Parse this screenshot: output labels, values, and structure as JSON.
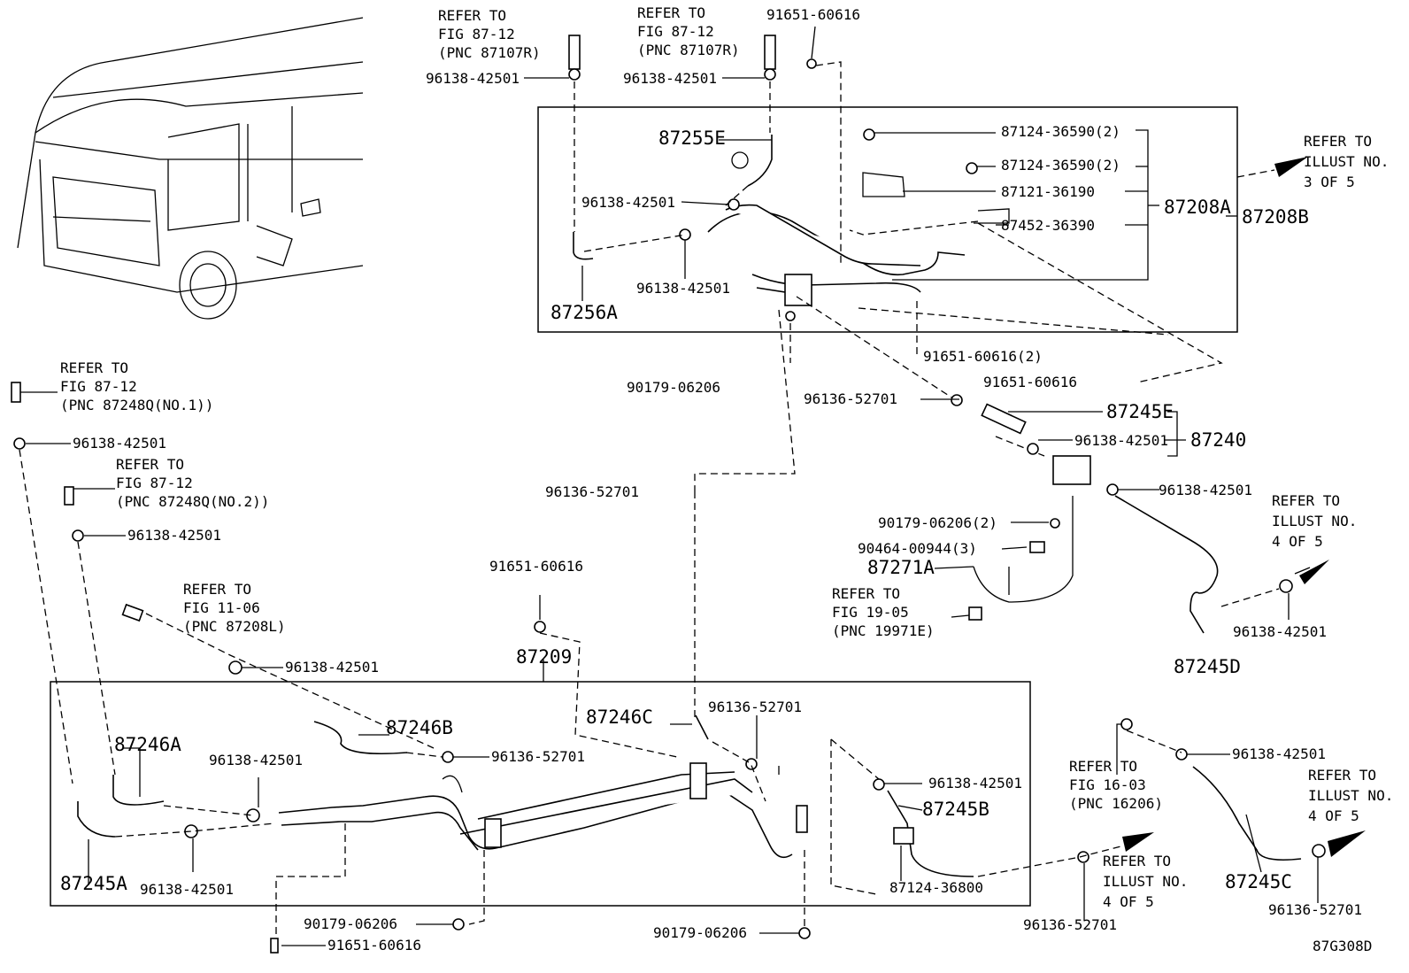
{
  "diagram_id": "87G308D",
  "refs": {
    "fig_87_12_a": [
      "REFER TO",
      "FIG 87-12",
      "(PNC 87107R)"
    ],
    "fig_87_12_b": [
      "REFER TO",
      "FIG 87-12",
      "(PNC 87107R)"
    ],
    "fig_87_12_no1": [
      "REFER TO",
      "FIG 87-12",
      "(PNC 87248Q(NO.1))"
    ],
    "fig_87_12_no2": [
      "REFER TO",
      "FIG 87-12",
      "(PNC 87248Q(NO.2))"
    ],
    "fig_11_06": [
      "REFER TO",
      "FIG 11-06",
      "(PNC 87208L)"
    ],
    "fig_19_05": [
      "REFER TO",
      "FIG 19-05",
      "(PNC 19971E)"
    ],
    "fig_16_03": [
      "REFER TO",
      "FIG 16-03",
      "(PNC 16206)"
    ],
    "illust_3_of_5": [
      "REFER TO",
      "ILLUST NO.",
      "3 OF 5"
    ],
    "illust_4_of_5_a": [
      "REFER TO",
      "ILLUST NO.",
      "4 OF 5"
    ],
    "illust_4_of_5_b": [
      "REFER TO",
      "ILLUST NO.",
      "4 OF 5"
    ],
    "illust_4_of_5_c": [
      "REFER TO",
      "ILLUST NO.",
      "4 OF 5"
    ]
  },
  "parts": {
    "p96138_top_a": "96138-42501",
    "p96138_top_b": "96138-42501",
    "p91651_top": "91651-60616",
    "p87255E": "87255E",
    "p87124_1": "87124-36590(2)",
    "p87124_2": "87124-36590(2)",
    "p87121": "87121-36190",
    "p87452": "87452-36390",
    "p87208A": "87208A",
    "p87208B": "87208B",
    "p96138_mid": "96138-42501",
    "p96138_low": "96138-42501",
    "p87256A": "87256A",
    "p91651_2": "91651-60616(2)",
    "p91651_r": "91651-60616",
    "p90179_a": "90179-06206",
    "p96136_a": "96136-52701",
    "p87245E": "87245E",
    "p96138_e": "96138-42501",
    "p87240": "87240",
    "p96136_b": "96136-52701",
    "p96138_f": "96138-42501",
    "p90179_2": "90179-06206(2)",
    "p90464": "90464-00944(3)",
    "p87271A": "87271A",
    "p96138_g": "96138-42501",
    "p87245D": "87245D",
    "p96138_l1": "96138-42501",
    "p96138_l2": "96138-42501",
    "p91651_mid": "91651-60616",
    "p87209": "87209",
    "p96138_l3": "96138-42501",
    "p87246B": "87246B",
    "p87246C": "87246C",
    "p96136_c": "96136-52701",
    "p87246A": "87246A",
    "p96138_l4": "96138-42501",
    "p96136_d": "96136-52701",
    "p96138_l5": "96138-42501",
    "p87245B": "87245B",
    "p87124_36800": "87124-36800",
    "p87245A": "87245A",
    "p96138_l6": "96138-42501",
    "p90179_b": "90179-06206",
    "p91651_bot": "91651-60616",
    "p90179_c": "90179-06206",
    "p96136_e": "96136-52701",
    "p96138_r": "96138-42501",
    "p87245C": "87245C",
    "p96136_f": "96136-52701"
  }
}
